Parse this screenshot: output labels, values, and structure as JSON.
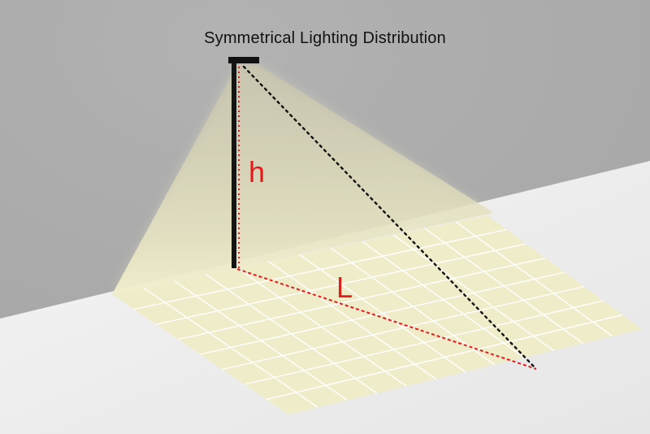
{
  "diagram": {
    "title": "Symmetrical Lighting Distribution",
    "height_label": "h",
    "length_label": "L"
  },
  "colors": {
    "wall": "#aaaaaa",
    "floor": "#eeeeee",
    "light_cone": "#eeeccc",
    "grid_fill": "#eeeccc",
    "grid_line": "#ffffff",
    "pole": "#151515",
    "dimension": "#e8191b"
  }
}
